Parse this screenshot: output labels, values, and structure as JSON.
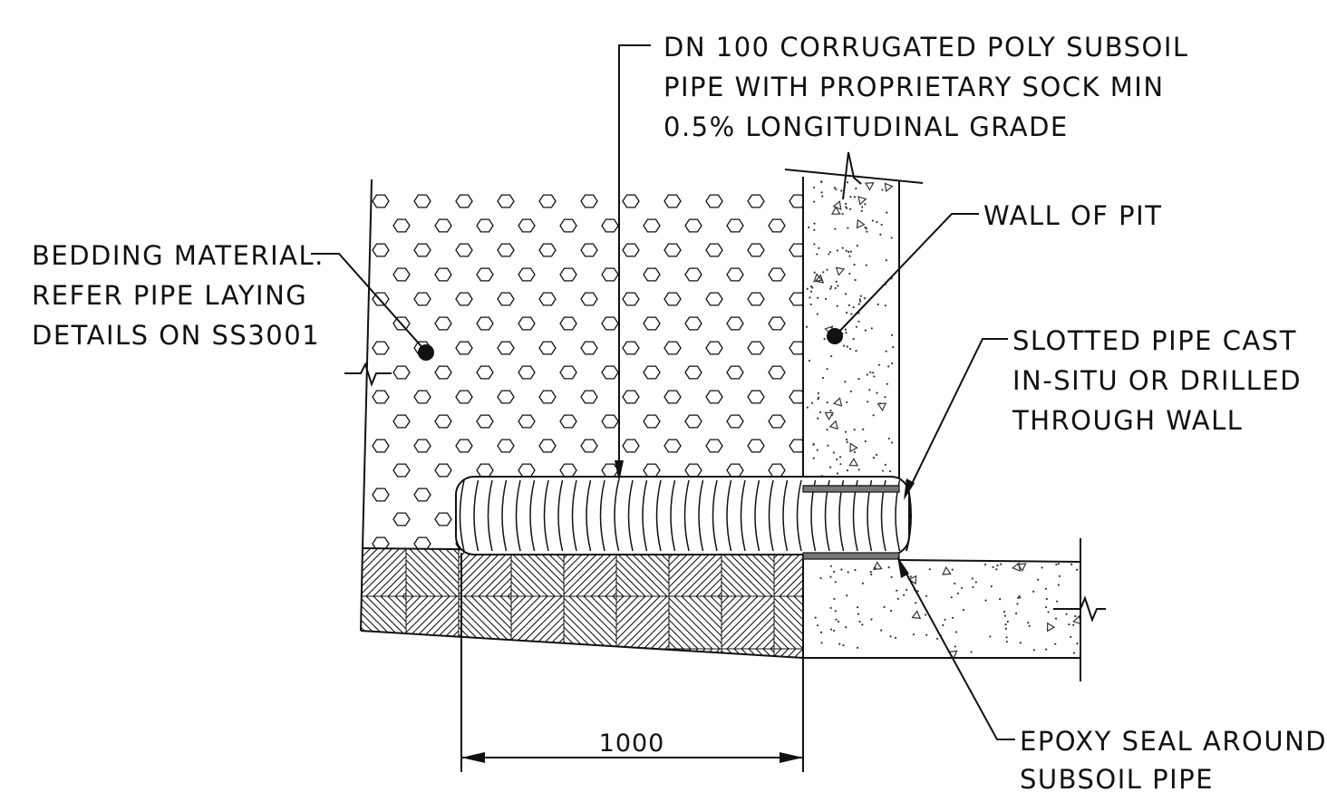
{
  "labels": {
    "subsoil_pipe": [
      "DN 100 CORRUGATED POLY SUBSOIL",
      "PIPE WITH PROPRIETARY SOCK MIN",
      "0.5% LONGITUDINAL GRADE"
    ],
    "bedding": [
      "BEDDING MATERIAL.",
      "REFER PIPE LAYING",
      "DETAILS ON SS3001"
    ],
    "wall": [
      "WALL OF PIT"
    ],
    "slotted": [
      "SLOTTED PIPE CAST",
      "IN-SITU OR DRILLED",
      "THROUGH WALL"
    ],
    "epoxy": [
      "EPOXY SEAL AROUND",
      "SUBSOIL PIPE"
    ]
  },
  "dimension": {
    "value": "1000"
  }
}
